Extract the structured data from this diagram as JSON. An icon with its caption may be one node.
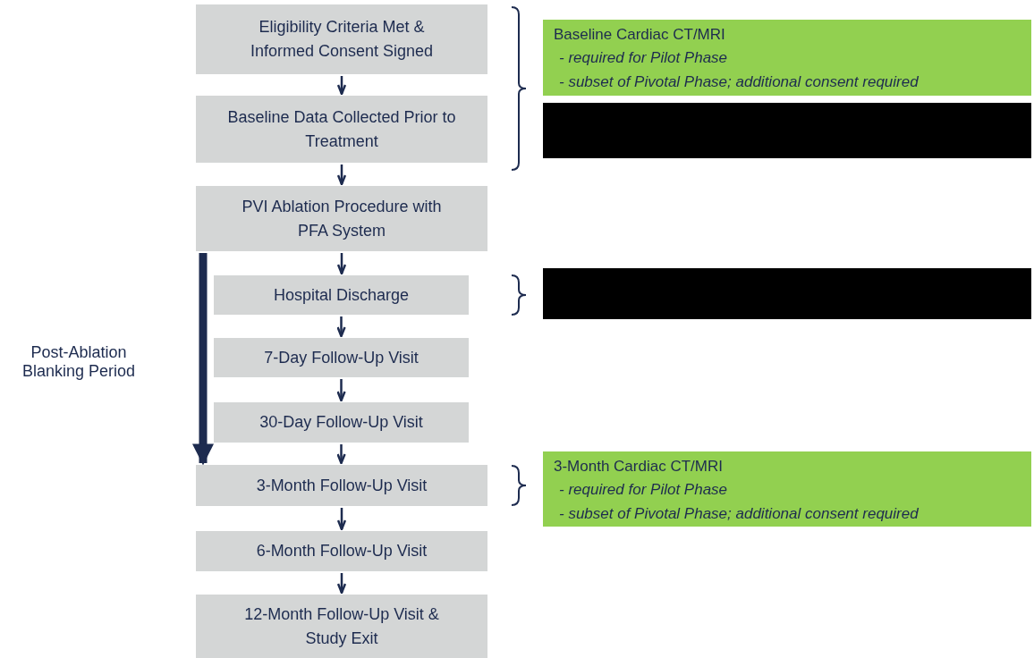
{
  "diagram": {
    "nodes": [
      {
        "text": [
          "Eligibility Criteria Met & Informed Consent Signed"
        ]
      },
      {
        "text": [
          "Baseline Data Collected Prior to Treatment"
        ]
      },
      {
        "text": [
          "PVI Ablation Procedure with PFA System"
        ]
      },
      {
        "text": [
          "Hospital Discharge"
        ]
      },
      {
        "text": [
          "7-Day Follow-Up Visit"
        ]
      },
      {
        "text": [
          "30-Day Follow-Up Visit"
        ]
      },
      {
        "text": [
          "3-Month Follow-Up Visit"
        ]
      },
      {
        "text": [
          "6-Month Follow-Up Visit"
        ]
      },
      {
        "text": [
          "12-Month Follow-Up Visit & Study Exit"
        ]
      },
      {
        "text": [
          "Baseline Cardiac CT/MRI",
          "- required for Pilot Phase",
          "- subset of Pivotal Phase; additional consent required"
        ]
      },
      {
        "text": [],
        "shape": "box"
      },
      {
        "text": [],
        "shape": "box"
      },
      {
        "text": [
          "3-Month Cardiac CT/MRI",
          "- required for Pilot Phase",
          "- subset of Pivotal Phase; additional consent required"
        ]
      }
    ],
    "edges": [
      {
        "from": 0,
        "to": 1,
        "arrow": "to"
      },
      {
        "from": 1,
        "to": 2,
        "arrow": "to"
      },
      {
        "from": 2,
        "to": 3,
        "arrow": "to"
      },
      {
        "from": 3,
        "to": 4,
        "arrow": "to"
      },
      {
        "from": 4,
        "to": 5,
        "arrow": "to"
      },
      {
        "from": 5,
        "to": 6,
        "arrow": "to"
      },
      {
        "from": 6,
        "to": 7,
        "arrow": "to"
      },
      {
        "from": 7,
        "to": 8,
        "arrow": "to"
      },
      {
        "from": 2,
        "to": 6,
        "arrow": "to",
        "style": "thick"
      }
    ],
    "labels": [
      "Post-Ablation Blanking Period"
    ]
  }
}
